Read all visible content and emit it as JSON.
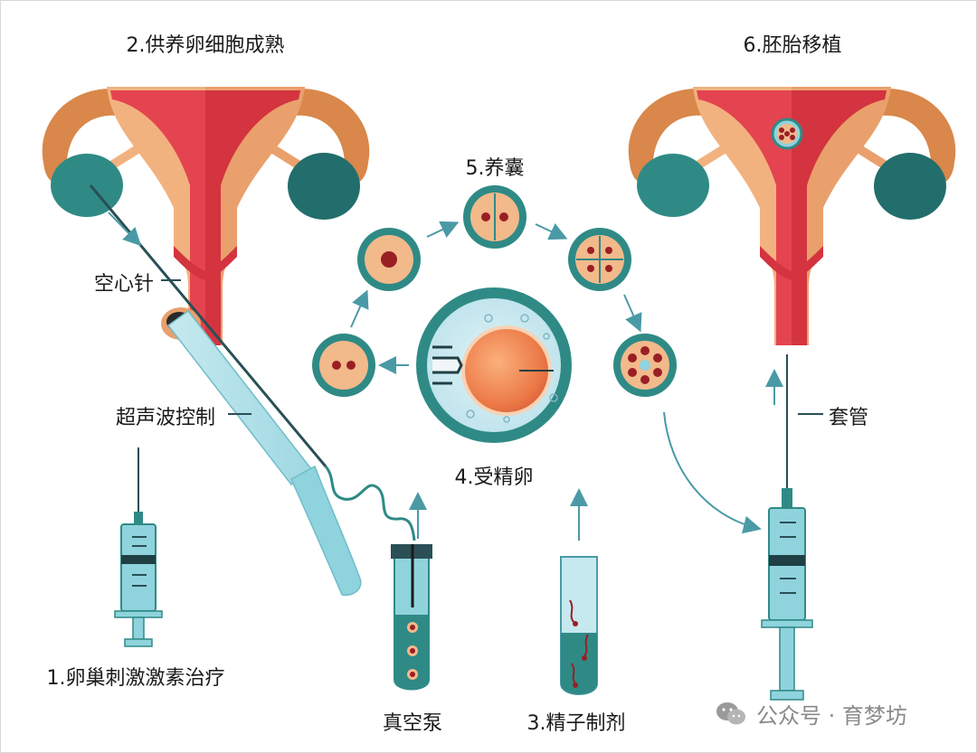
{
  "labels": {
    "step2": "2.供养卵细胞成熟",
    "step6": "6.胚胎移植",
    "step5": "5.养囊",
    "needle": "空心针",
    "ultrasound": "超声波控制",
    "step4": "4.受精卵",
    "cannula": "套管",
    "step1": "1.卵巢刺激激素治疗",
    "vacuum": "真空泵",
    "step3": "3.精子制剂"
  },
  "watermark": {
    "icon": "wechat-icon",
    "text": "公众号 · 育梦坊"
  },
  "colors": {
    "uterus_pink": "#e4444f",
    "uterus_tan": "#f0b27e",
    "tube_orange": "#d9874a",
    "ovary_teal": "#2f8a86",
    "cell_orange": "#f2b98b",
    "nucleus_red": "#9a1f25",
    "syringe_blue": "#8fd3dd",
    "arrow_teal": "#4a9aa6"
  }
}
